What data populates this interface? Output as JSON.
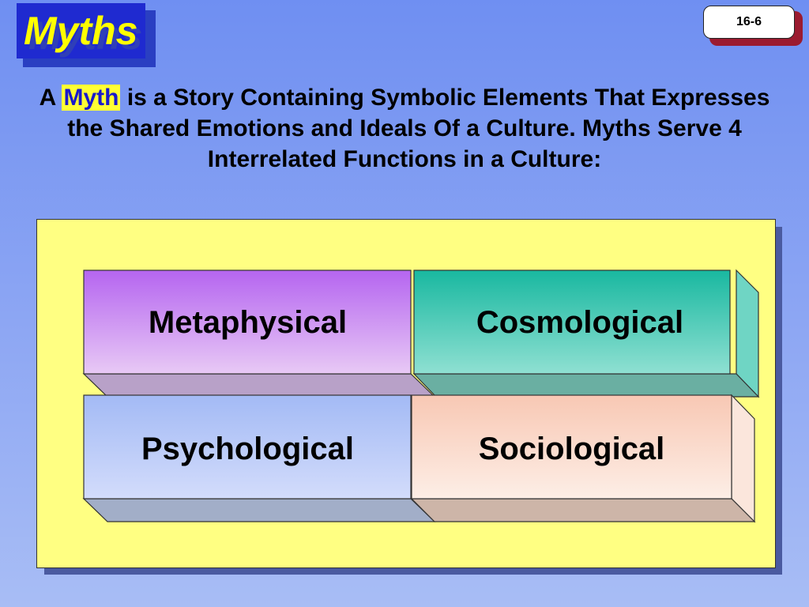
{
  "title": {
    "text": "Myths",
    "shadow_text": "Myths"
  },
  "slide_number": "16-6",
  "intro": {
    "prefix": "A ",
    "highlight": "Myth",
    "rest": " is a Story Containing Symbolic Elements That Expresses the Shared Emotions and Ideals Of a Culture.  Myths Serve 4 Interrelated Functions in a Culture:"
  },
  "functions": [
    {
      "label": "Metaphysical"
    },
    {
      "label": "Cosmological"
    },
    {
      "label": "Psychological"
    },
    {
      "label": "Sociological"
    }
  ],
  "colors": {
    "background": "#8ea7f3",
    "title_box": "#1f2ad0",
    "title_text": "#ffff00",
    "panel": "#ffff82",
    "metaphysical": "#b565f0",
    "cosmological": "#19b8a0",
    "psychological": "#a9bff5",
    "sociological": "#f8cdb8"
  }
}
